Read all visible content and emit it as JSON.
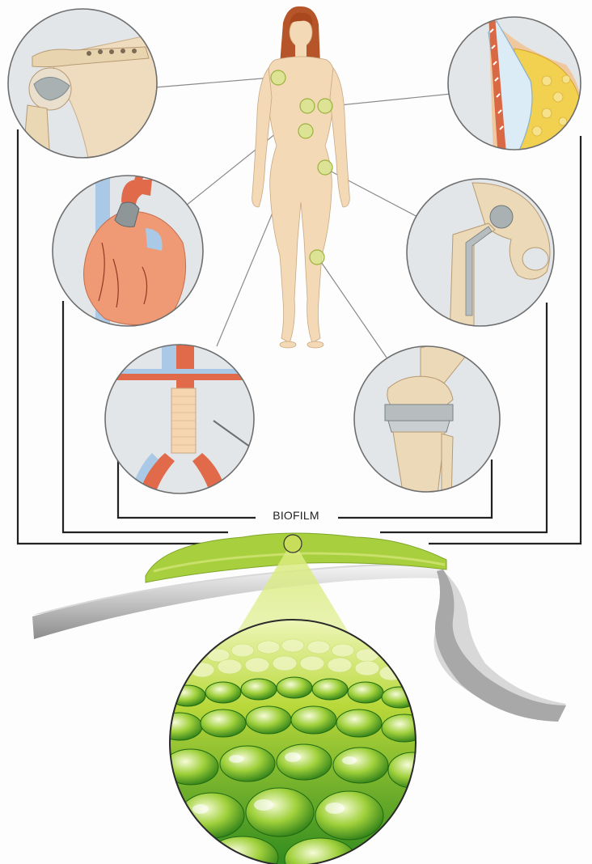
{
  "label": "BIOFILM",
  "panels": [
    {
      "name": "shoulder-implant-panel"
    },
    {
      "name": "breast-implant-panel"
    },
    {
      "name": "heart-valve-panel"
    },
    {
      "name": "hip-implant-panel"
    },
    {
      "name": "vascular-graft-panel"
    },
    {
      "name": "knee-implant-panel"
    }
  ],
  "colors": {
    "skin": "#f3d9b5",
    "hair": "#b85a2a",
    "artery": "#e06a4a",
    "vein": "#9fc4e6",
    "bone": "#e9d4b0",
    "metal": "#a9b1b3",
    "panel_bg": "#e2e6e8",
    "biofilm_green": "#a8cf3d",
    "connector_line": "#222222"
  }
}
